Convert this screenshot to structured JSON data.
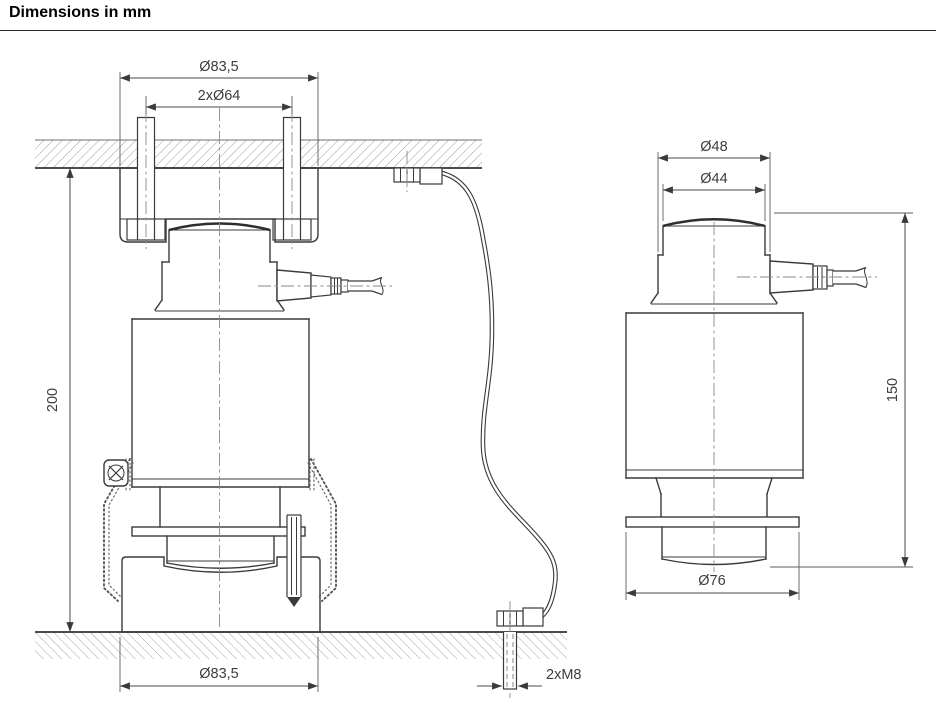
{
  "title": "Dimensions in mm",
  "unit": "mm",
  "colors": {
    "line": "#3a3a3a",
    "dim_text": "#3d3d3d",
    "hatch_structure": "#9e9e9e",
    "hatch_block": "#bdbdbd"
  },
  "left": {
    "view_name": "installation-section-view",
    "dims": {
      "top": "Ø83,5",
      "bolt_circle": "2xØ64",
      "height": "200",
      "base": "Ø83,5",
      "anchor": "2xM8"
    }
  },
  "right": {
    "view_name": "load-cell-side-view",
    "dims": {
      "top": "Ø48",
      "button": "Ø44",
      "height": "150",
      "base": "Ø76"
    }
  }
}
